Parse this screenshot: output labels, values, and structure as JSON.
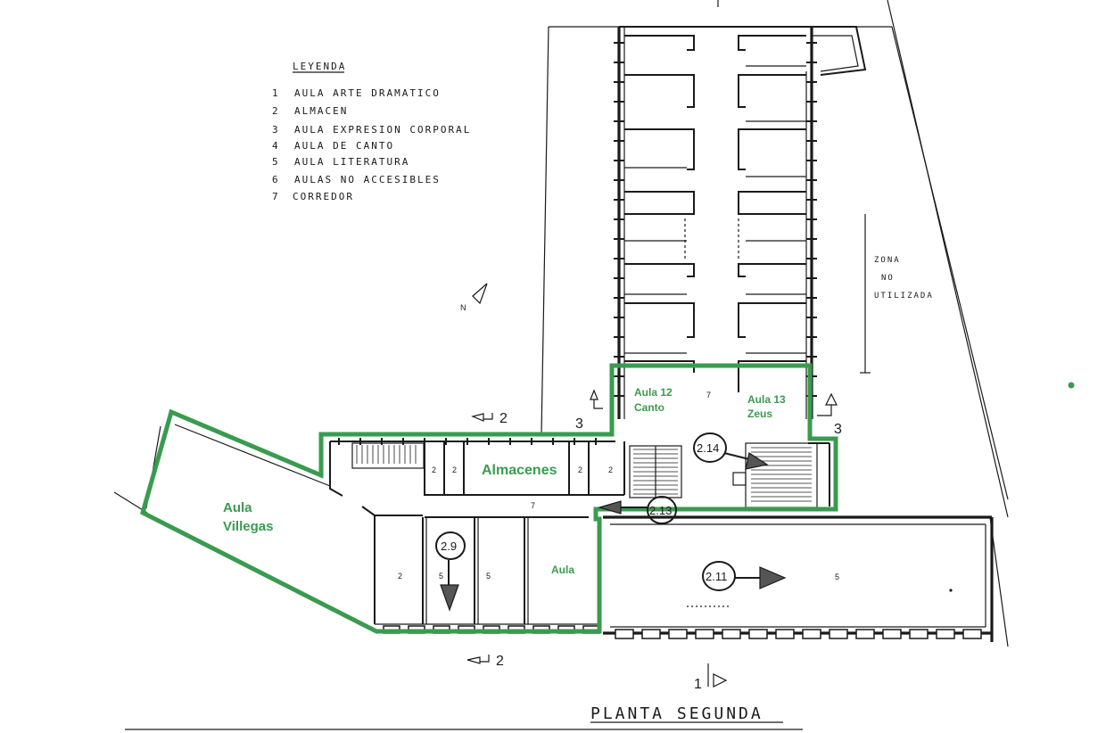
{
  "legend": {
    "title": "LEYENDA",
    "items": [
      {
        "num": "1",
        "text": "AULA ARTE DRAMATICO"
      },
      {
        "num": "2",
        "text": "ALMACEN"
      },
      {
        "num": "3",
        "text": "AULA EXPRESION CORPORAL"
      },
      {
        "num": "4",
        "text": "AULA DE CANTO"
      },
      {
        "num": "5",
        "text": "AULA LITERATURA"
      },
      {
        "num": "6",
        "text": "AULAS NO ACCESIBLES"
      },
      {
        "num": "7",
        "text": "CORREDOR"
      }
    ]
  },
  "north_label": "N",
  "zone_label": [
    "ZONA",
    "NO",
    "UTILIZADA"
  ],
  "rooms": {
    "aula_villegas": [
      "Aula",
      "Villegas"
    ],
    "almacenes": "Almacenes",
    "aula": "Aula",
    "aula_12": [
      "Aula 12",
      "Canto"
    ],
    "aula_13": [
      "Aula 13",
      "Zeus"
    ]
  },
  "markers": {
    "m_2_9": "2.9",
    "m_2_11": "2.11",
    "m_2_13": "2.13",
    "m_2_14": "2.14"
  },
  "room_numbers": {
    "n2": "2",
    "n5": "5",
    "n7": "7"
  },
  "section_markers": {
    "s1": "1",
    "s2": "2",
    "s3": "3"
  },
  "title": "PLANTA SEGUNDA",
  "colors": {
    "highlight": "#3a9b4f",
    "ink": "#1a1a1a"
  }
}
